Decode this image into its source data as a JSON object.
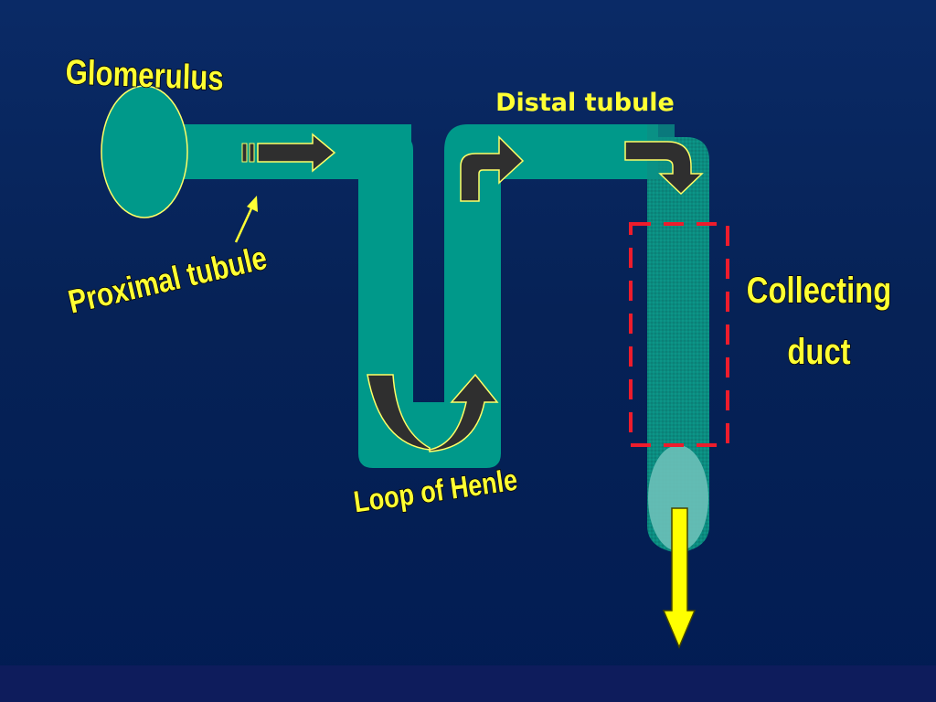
{
  "diagram": {
    "labels": {
      "glomerulus": "Glomerulus",
      "proximal_tubule": "Proximal tubule",
      "distal_tubule": "Distal tubule",
      "loop_of_henle": "Loop of Henle",
      "collecting_duct_line1": "Collecting",
      "collecting_duct_line2": "duct"
    },
    "colors": {
      "background": "#021b55",
      "tubule": "#00998a",
      "duct": "#49b0a6",
      "outline": "#ffff66",
      "text": "#ffff33",
      "arrow_dark": "#2f2f2f",
      "output_arrow": "#ffff00",
      "highlight_box": "#ee1c2c"
    },
    "icons": [
      "flow-arrow-right-icon",
      "flow-arrow-up-right-icon",
      "flow-arrow-curve-down-icon",
      "flow-arrow-u-turn-icon",
      "urine-out-arrow-icon",
      "pointer-arrow-icon"
    ]
  }
}
